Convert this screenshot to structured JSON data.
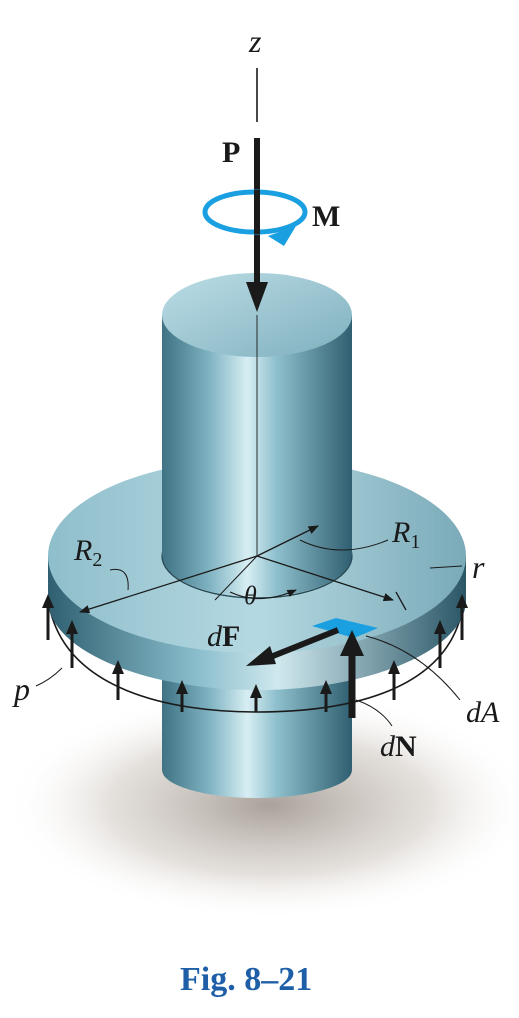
{
  "labels": {
    "z": "z",
    "P": "P",
    "M": "M",
    "R1_main": "R",
    "R1_sub": "1",
    "R2_main": "R",
    "R2_sub": "2",
    "r": "r",
    "theta": "θ",
    "dF_d": "d",
    "dF_F": "F",
    "dA": "dA",
    "p": "p",
    "dN_d": "d",
    "dN_N": "N"
  },
  "caption": "Fig. 8–21",
  "colors": {
    "accent": "#1aa0e0",
    "caption": "#1f5fa8",
    "cylinder": "#6fa3b2",
    "arrow": "#1a1a1a"
  }
}
